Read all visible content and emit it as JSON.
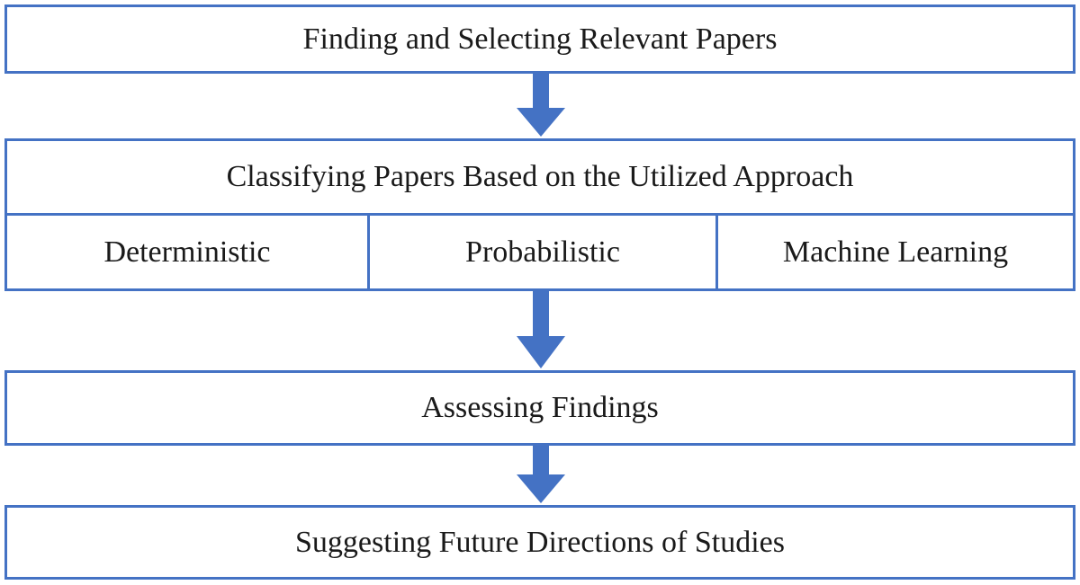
{
  "steps": {
    "find": "Finding and Selecting Relevant Papers",
    "classify": "Classifying Papers Based on the Utilized Approach",
    "approaches": [
      "Deterministic",
      "Probabilistic",
      "Machine Learning"
    ],
    "assess": "Assessing Findings",
    "suggest": "Suggesting Future Directions of Studies"
  },
  "colors": {
    "border": "#4472c4",
    "arrow": "#4472c4"
  }
}
